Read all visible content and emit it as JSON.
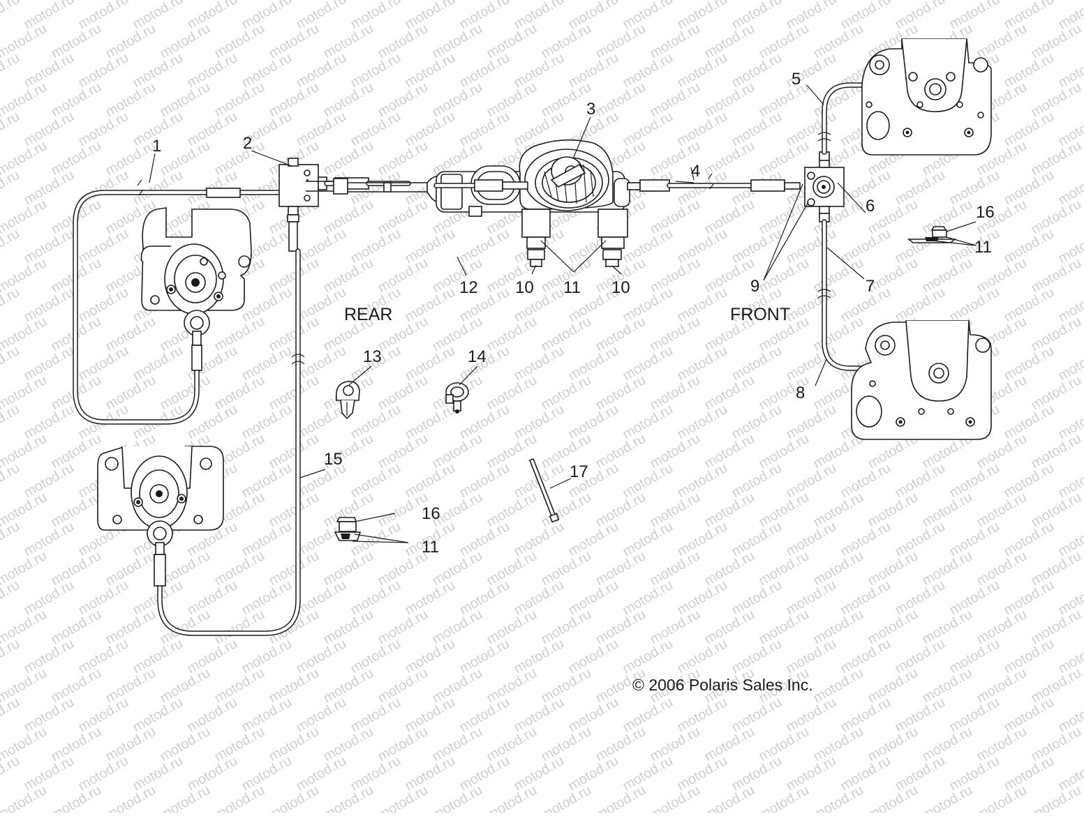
{
  "watermark_text": "motod.ru",
  "section_labels": {
    "rear": "REAR",
    "front": "FRONT"
  },
  "copyright": "© 2006 Polaris Sales Inc.",
  "callouts": {
    "c1": "1",
    "c2": "2",
    "c3": "3",
    "c4": "4",
    "c5": "5",
    "c6": "6",
    "c7": "7",
    "c8": "8",
    "c9": "9",
    "c10a": "10",
    "c10b": "10",
    "c11a": "11",
    "c11b": "11",
    "c11c": "11",
    "c12": "12",
    "c13": "13",
    "c14": "14",
    "c15": "15",
    "c16a": "16",
    "c16b": "16",
    "c17": "17"
  }
}
